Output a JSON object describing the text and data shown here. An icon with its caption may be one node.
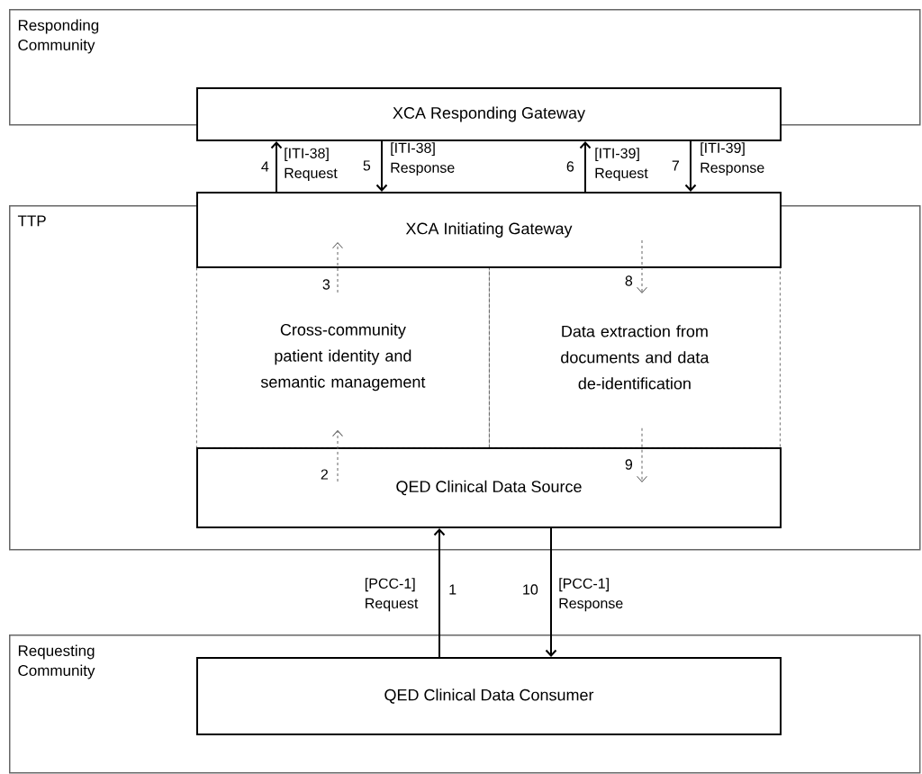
{
  "diagram": {
    "nodes": [
      {
        "text": [
          "Responding Community"
        ]
      },
      {
        "text": [
          "XCA Responding Gateway"
        ]
      },
      {
        "text": [
          "TTP"
        ]
      },
      {
        "text": [
          "XCA Initiating Gateway"
        ]
      },
      {
        "text": [
          "Cross-community patient identity and semantic management"
        ],
        "in": 2
      },
      {
        "text": [
          "Data extraction from documents and data de-identification"
        ],
        "in": 2
      },
      {
        "text": [
          "QED Clinical Data Source"
        ],
        "in": 2
      },
      {
        "text": [
          "Requesting Community"
        ]
      },
      {
        "text": [
          "QED Clinical Data Consumer"
        ],
        "in": 7
      }
    ],
    "edges": [
      {
        "from": 8,
        "to": 6,
        "arrow": "to",
        "label": "[PCC-1] Request",
        "color": "#000000"
      },
      {
        "from": 6,
        "to": 4,
        "arrow": "to",
        "style": "dashed",
        "color": "#666666"
      },
      {
        "from": 4,
        "to": 3,
        "arrow": "to",
        "style": "dashed",
        "color": "#666666"
      },
      {
        "from": 3,
        "to": 1,
        "arrow": "to",
        "label": "[ITI-38] Request",
        "color": "#000000"
      },
      {
        "from": 1,
        "to": 3,
        "arrow": "to",
        "label": "[ITI-38] Response",
        "color": "#000000"
      },
      {
        "from": 3,
        "to": 1,
        "arrow": "to",
        "label": "[ITI-39] Request",
        "color": "#000000"
      },
      {
        "from": 1,
        "to": 3,
        "arrow": "to",
        "label": "[ITI-39] Response",
        "color": "#000000"
      },
      {
        "from": 3,
        "to": 5,
        "arrow": "to",
        "style": "dashed",
        "color": "#666666"
      },
      {
        "from": 5,
        "to": 6,
        "arrow": "to",
        "style": "dashed",
        "color": "#666666"
      },
      {
        "from": 6,
        "to": 8,
        "arrow": "to",
        "label": "[PCC-1] Response",
        "color": "#000000"
      }
    ],
    "labels": [
      "4",
      "5",
      "6",
      "7",
      "3",
      "8",
      "2",
      "9",
      "1",
      "10"
    ]
  }
}
